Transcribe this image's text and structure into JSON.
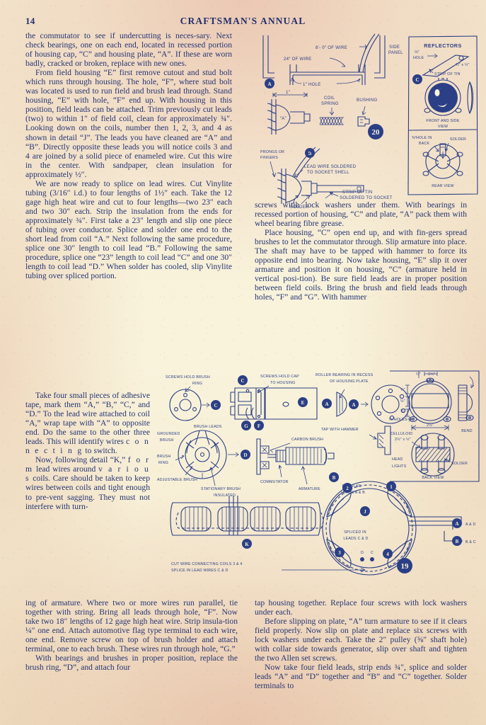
{
  "header": {
    "folio": "14",
    "running_title": "CRAFTSMAN'S ANNUAL"
  },
  "colors": {
    "ink": "#253573",
    "diagram_ink": "#2b3f86",
    "paper": "#f8f2da",
    "paper_edge": "#e2a896"
  },
  "body": {
    "left_column_top": [
      "the commutator to see if undercutting is neces-sary.  Next check bearings, one on each end, located in recessed portion of housing cap, “C” and housing plate, “A”.  If these are worn badly, cracked or broken, replace with new ones.",
      "From field housing “E” first remove cutout and stud bolt which runs through housing.  The hole, “F”, where stud bolt was located is used to run field and brush lead through.  Stand housing, “E” with hole, “F” end up.  With housing in this position, field leads can be attached.  Trim previously cut leads (two) to within 1″ of field coil, clean for approximately ¾″.  Looking down on the coils, number then 1, 2, 3, and 4 as shown in detail “J”.  The leads you have cleaned are “A” and “B”.  Directly opposite these leads you will notice coils 3 and 4 are joined by a solid piece of enameled wire.  Cut this wire in the center.  With sandpaper, clean insulation for approximately ½″.",
      "We are now ready to splice on lead wires. Cut Vinylite tubing (3/16″ i.d.) to four lengths of 1½″ each.  Take the 12 gage high heat wire and cut to four lengths—two 23″ each and two 30″ each.  Strip the insulation from the ends for approximately ¾″.  First take a 23″ length and slip one piece of tubing over conductor.  Splice and solder one end to the short lead from coil “A.”  Next following the same procedure, splice one 30″ length to coil lead “B.”  Following the same procedure, splice one “23” length to coil lead “C” and one 30″ length to coil lead “D.” When solder has cooled, slip Vinylite tubing over spliced portion."
    ],
    "left_column_narrow": [
      "Take four small pieces of adhesive tape, mark them “A,” “B,” “C,” and “D.”  To the lead wire attached to coil “A,” wrap tape with “A” to opposite end.  Do the same to the other three leads.  This will identify wires ",
      "c o n n e c t i n g",
      " to switch.",
      "Now, following detail “K,” ",
      "f o r m",
      " lead wires around ",
      "v a r i o u s",
      " coils. Care should be taken to keep wires between coils and tight enough to pre-vent sagging.  They must not interfere with turn-"
    ],
    "left_column_bottom": [
      "ing of armature.  Where two or more wires run parallel, tie together with string.  Bring all leads through hole, “F”.  Now take two 18″ lengths of 12 gage high heat wire.  Strip insula-tion ¼″ one end.  Attach automotive flag type terminal to each wire, one end.  Remove screw on top of brush holder and attach terminal, one to each brush.  These wires run through hole, “G.”",
      "With bearings and brushes in proper position, replace the brush ring, “D”, and attach four"
    ],
    "right_column_top": [
      "screws witih lock washers under them.  With bearings in recessed portion of housing, “C” and plate, “A” pack them with wheel bearing fibre grease.",
      "Place housing, “C” open end up, and with fin-gers spread brushes to let the commutator through.  Slip armature into place.  The shaft may have to be tapped with hammer to force its opposite end into bearing.  Now take housing, “E” slip it over armature and position it on housing, “C” (armature held in vertical posi-tion).  Be sure field leads are in proper position between field coils.  Bring the brush and field leads through holes, “F” and “G”.  With hammer"
    ],
    "right_column_bottom": [
      "tap housing together.  Replace four screws with lock washers under each.",
      "Before slipping on plate, “A” turn armature to see if it clears field properly.  Now slip on plate and replace six screws with lock washers under each.  Take the 2″ pulley (⅝″ shaft hole) with collar side towards generator, slip over shaft and tighten the two Allen set screws.",
      "Now take four field leads, strip ends ¾″, splice and solder leads “A” and “D” together and “B” and “C” together.  Solder terminals to"
    ]
  },
  "figure_20": {
    "number": "20",
    "keys": [
      "A",
      "B"
    ],
    "labels": [
      "8'- 0″ OF WIRE",
      "24″ OF WIRE",
      "1″ HOLE",
      "SIDE PANEL",
      "COIL SPRING",
      "BUSHING",
      "1″",
      "“A”",
      "PRONGS OR FINGERS",
      "LEAD WIRE SOLDERED TO SOCKET SHELL",
      "STRIP OF TIN SOLDERED TO SOCKET",
      "SOLDER"
    ]
  },
  "figure_reflectors": {
    "title": "REFLECTORS",
    "key": "C",
    "labels": [
      "⅛″ HOLE",
      "¾″ x ¼″",
      "STRIP OF TIN",
      "FRONT AND SIDE VIEW",
      "⅜″ HOLE IN BACK",
      "SOLDER",
      "REAR VIEW"
    ]
  },
  "figure_19": {
    "number": "19",
    "keys": [
      "A",
      "B",
      "C",
      "D",
      "E",
      "F",
      "G",
      "J",
      "K"
    ],
    "coil_numbers": [
      "1",
      "2",
      "3",
      "4"
    ],
    "labels": [
      "SCREWS HOLD BRUSH RING",
      "SCREWS HOLD CAP TO HOUSING",
      "ROLLER BEARING IN RECESS OF HOUSING PLATE",
      "TAP WITH HAMMER",
      "BRUSH LEADS",
      "GROUNDED BRUSH",
      "CARBON BRUSH",
      "BRUSH RING",
      "ADJUSTABLE BRUSH",
      "STATIONARY BRUSH INSULATED",
      "COMMUTATOR",
      "ARMATURE",
      "CUT WIRE CONNECTING COILS 3 & 4",
      "SPLICE IN LEAD WIRES C & D",
      "REGULAR LEADS A & B",
      "SPLICED IN LEADS C & D",
      "D",
      "C",
      "A & D",
      "B & C"
    ]
  },
  "figure_headlights": {
    "labels": [
      "¼″",
      "1¼″",
      "⅜″",
      "½″",
      "⅛″ HOLES",
      "2½″",
      "BEND",
      "CELLULOID 2½″ x ½″",
      "HEAD LIGHTS",
      "SOLDER",
      "BACK VIEW"
    ]
  }
}
